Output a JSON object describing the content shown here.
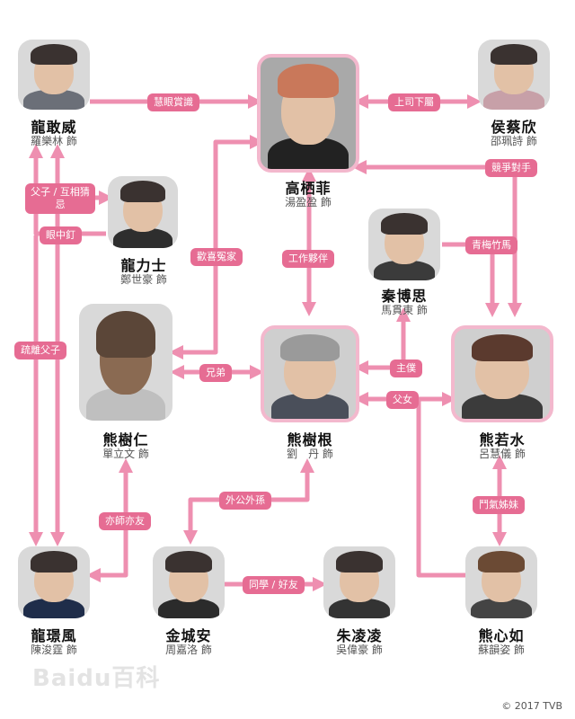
{
  "diagram": {
    "people": [
      {
        "id": "long_ganwei",
        "name": "龍敢威",
        "actor": "羅樂林 飾"
      },
      {
        "id": "gao_xifei",
        "name": "高栖菲",
        "actor": "湯盈盈 飾"
      },
      {
        "id": "hou_caixin",
        "name": "侯蔡欣",
        "actor": "邵珮詩 飾"
      },
      {
        "id": "long_lishi",
        "name": "龍力士",
        "actor": "鄭世豪 飾"
      },
      {
        "id": "qin_bosi",
        "name": "秦博思",
        "actor": "馬貫東 飾"
      },
      {
        "id": "xiong_shuren",
        "name": "熊樹仁",
        "actor": "單立文 飾"
      },
      {
        "id": "xiong_shugen",
        "name": "熊樹根",
        "actor": "劉　丹 飾"
      },
      {
        "id": "xiong_ruoshui",
        "name": "熊若水",
        "actor": "呂慧儀 飾"
      },
      {
        "id": "long_huanfeng",
        "name": "龍璟風",
        "actor": "陳浚霆 飾"
      },
      {
        "id": "jin_chengan",
        "name": "金城安",
        "actor": "周嘉洛 飾"
      },
      {
        "id": "zhu_lingling",
        "name": "朱凌凌",
        "actor": "吳偉豪 飾"
      },
      {
        "id": "xiong_xinru",
        "name": "熊心如",
        "actor": "蘇韻姿 飾"
      }
    ],
    "relations": [
      {
        "id": "r1",
        "label": "慧眼賞識"
      },
      {
        "id": "r2",
        "label": "上司下屬"
      },
      {
        "id": "r3",
        "label": "競爭對手"
      },
      {
        "id": "r4",
        "label": "父子 / 互相猜忌"
      },
      {
        "id": "r5",
        "label": "眼中釘"
      },
      {
        "id": "r6",
        "label": "歡喜冤家"
      },
      {
        "id": "r7",
        "label": "工作夥伴"
      },
      {
        "id": "r8",
        "label": "青梅竹馬"
      },
      {
        "id": "r9",
        "label": "疏離父子"
      },
      {
        "id": "r10",
        "label": "兄弟"
      },
      {
        "id": "r11",
        "label": "主僕"
      },
      {
        "id": "r12",
        "label": "父女"
      },
      {
        "id": "r13",
        "label": "外公外孫"
      },
      {
        "id": "r14",
        "label": "亦師亦友"
      },
      {
        "id": "r15",
        "label": "鬥氣姊妹"
      },
      {
        "id": "r16",
        "label": "同學 / 好友"
      }
    ]
  },
  "footer": {
    "copyright": "© 2017 TVB",
    "watermark": "Baidu百科"
  },
  "colors": {
    "link": "#ee8fb0",
    "tag": "#e66c93",
    "frame": "#f3b8cd"
  }
}
